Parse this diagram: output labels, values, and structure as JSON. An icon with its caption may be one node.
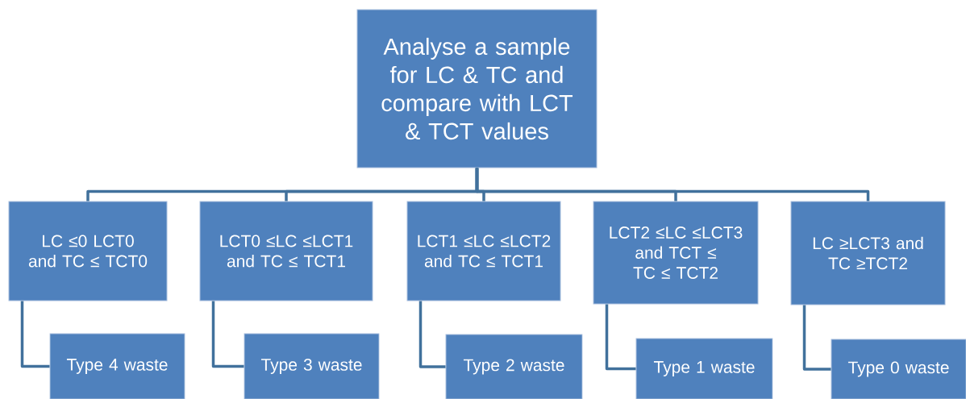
{
  "diagram": {
    "nodes": [
      {
        "text": [
          "Analyse a sample for LC & TC and compare with LCT & TCT values"
        ]
      },
      {
        "text": [
          "LC ≤0 LCT0 and TC ≤ TCT0"
        ]
      },
      {
        "text": [
          "LCT0 ≤LC ≤LCT1 and TC ≤ TCT1"
        ]
      },
      {
        "text": [
          "LCT1 ≤LC ≤LCT2 and TC ≤ TCT1"
        ]
      },
      {
        "text": [
          "LCT2 ≤LC ≤LCT3 and TCT ≤ TC ≤ TCT2"
        ]
      },
      {
        "text": [
          "LC ≥LCT3 and TC ≥TCT2"
        ]
      },
      {
        "text": [
          "Type 4 waste"
        ]
      },
      {
        "text": [
          "Type 3 waste"
        ]
      },
      {
        "text": [
          "Type 2 waste"
        ]
      },
      {
        "text": [
          "Type 1 waste"
        ]
      },
      {
        "text": [
          "Type 0 waste"
        ]
      }
    ],
    "edges": [
      {
        "from": 0,
        "to": 1,
        "arrow": "none"
      },
      {
        "from": 0,
        "to": 2,
        "arrow": "none"
      },
      {
        "from": 0,
        "to": 3,
        "arrow": "none"
      },
      {
        "from": 0,
        "to": 4,
        "arrow": "none"
      },
      {
        "from": 0,
        "to": 5,
        "arrow": "none"
      },
      {
        "from": 1,
        "to": 6,
        "arrow": "none"
      },
      {
        "from": 2,
        "to": 7,
        "arrow": "none"
      },
      {
        "from": 3,
        "to": 8,
        "arrow": "none"
      },
      {
        "from": 4,
        "to": 9,
        "arrow": "none"
      },
      {
        "from": 5,
        "to": 10,
        "arrow": "none"
      }
    ]
  }
}
